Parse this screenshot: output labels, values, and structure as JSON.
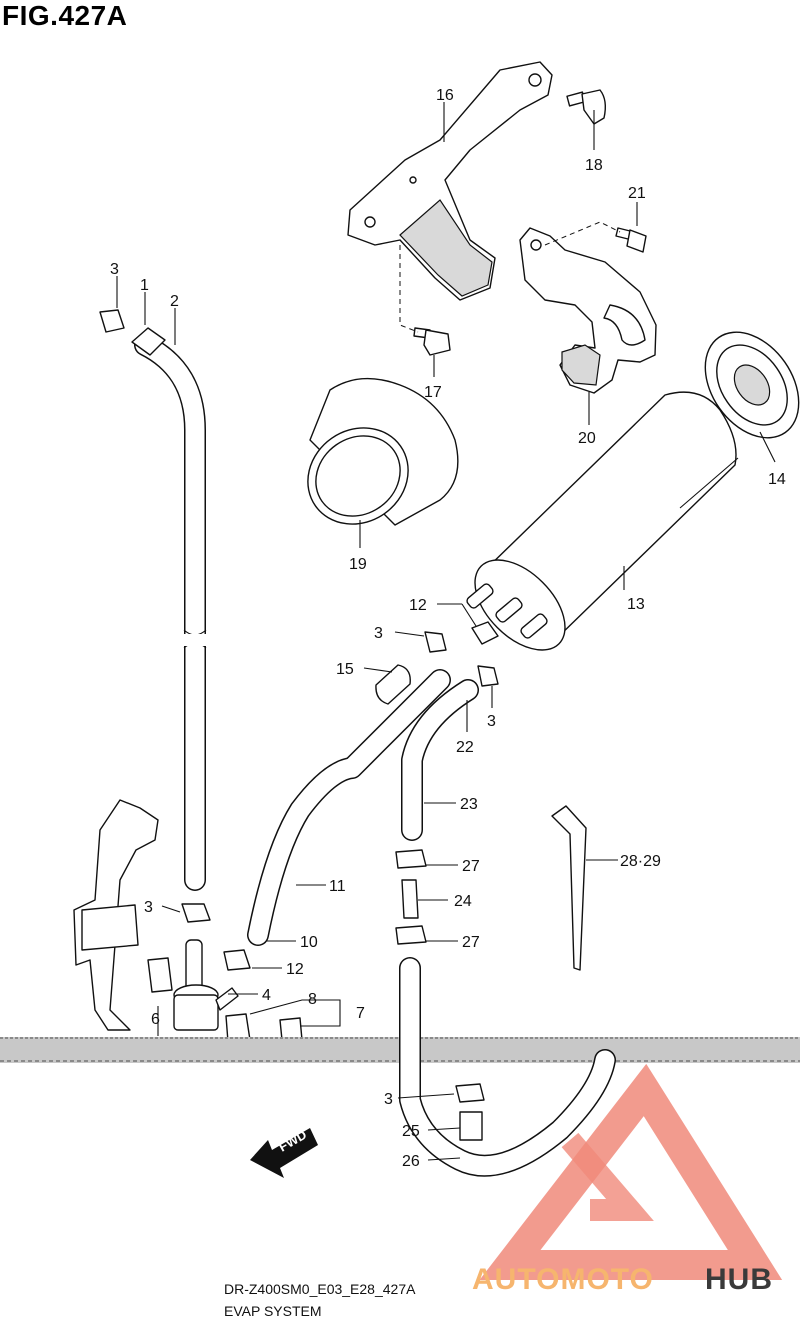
{
  "figure": {
    "title": "FIG.427A",
    "model_code": "DR-Z400SM0_E03_E28_427A",
    "section_name": "EVAP SYSTEM"
  },
  "fwd_arrow_label": "FWD",
  "callouts": [
    "16",
    "18",
    "21",
    "3",
    "1",
    "2",
    "17",
    "20",
    "14",
    "19",
    "13",
    "12",
    "3",
    "15",
    "3",
    "22",
    "23",
    "28·29",
    "11",
    "27",
    "3",
    "24",
    "10",
    "27",
    "12",
    "4",
    "8",
    "7",
    "6",
    "3",
    "25",
    "26"
  ],
  "watermark": {
    "brand_part1": "AUTOMOTO",
    "brand_part2": "HUB",
    "color_primary": "#f08a7a",
    "color_accent": "#f6b56e",
    "color_dark": "#3a3a3a"
  },
  "colors": {
    "line": "#111111",
    "background": "#ffffff",
    "scan_band": "#c8c8c8"
  }
}
